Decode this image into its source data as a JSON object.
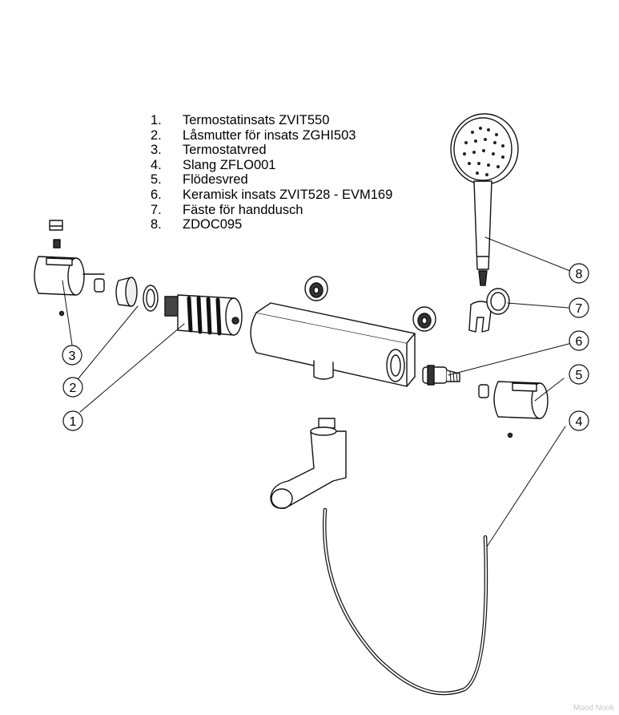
{
  "legend": [
    {
      "num": "1.",
      "label": "Termostatinsats ZVIT550"
    },
    {
      "num": "2.",
      "label": "Låsmutter för insats ZGHI503"
    },
    {
      "num": "3.",
      "label": "Termostatvred"
    },
    {
      "num": "4.",
      "label": "Slang ZFLO001"
    },
    {
      "num": "5.",
      "label": "Flödesvred"
    },
    {
      "num": "6.",
      "label": "Keramisk insats  ZVIT528 - EVM169"
    },
    {
      "num": "7.",
      "label": "Fäste för handdusch"
    },
    {
      "num": "8.",
      "label": "ZDOC095"
    }
  ],
  "callouts": [
    "1",
    "2",
    "3",
    "4",
    "5",
    "6",
    "7",
    "8"
  ],
  "watermark": "Mood Nook"
}
